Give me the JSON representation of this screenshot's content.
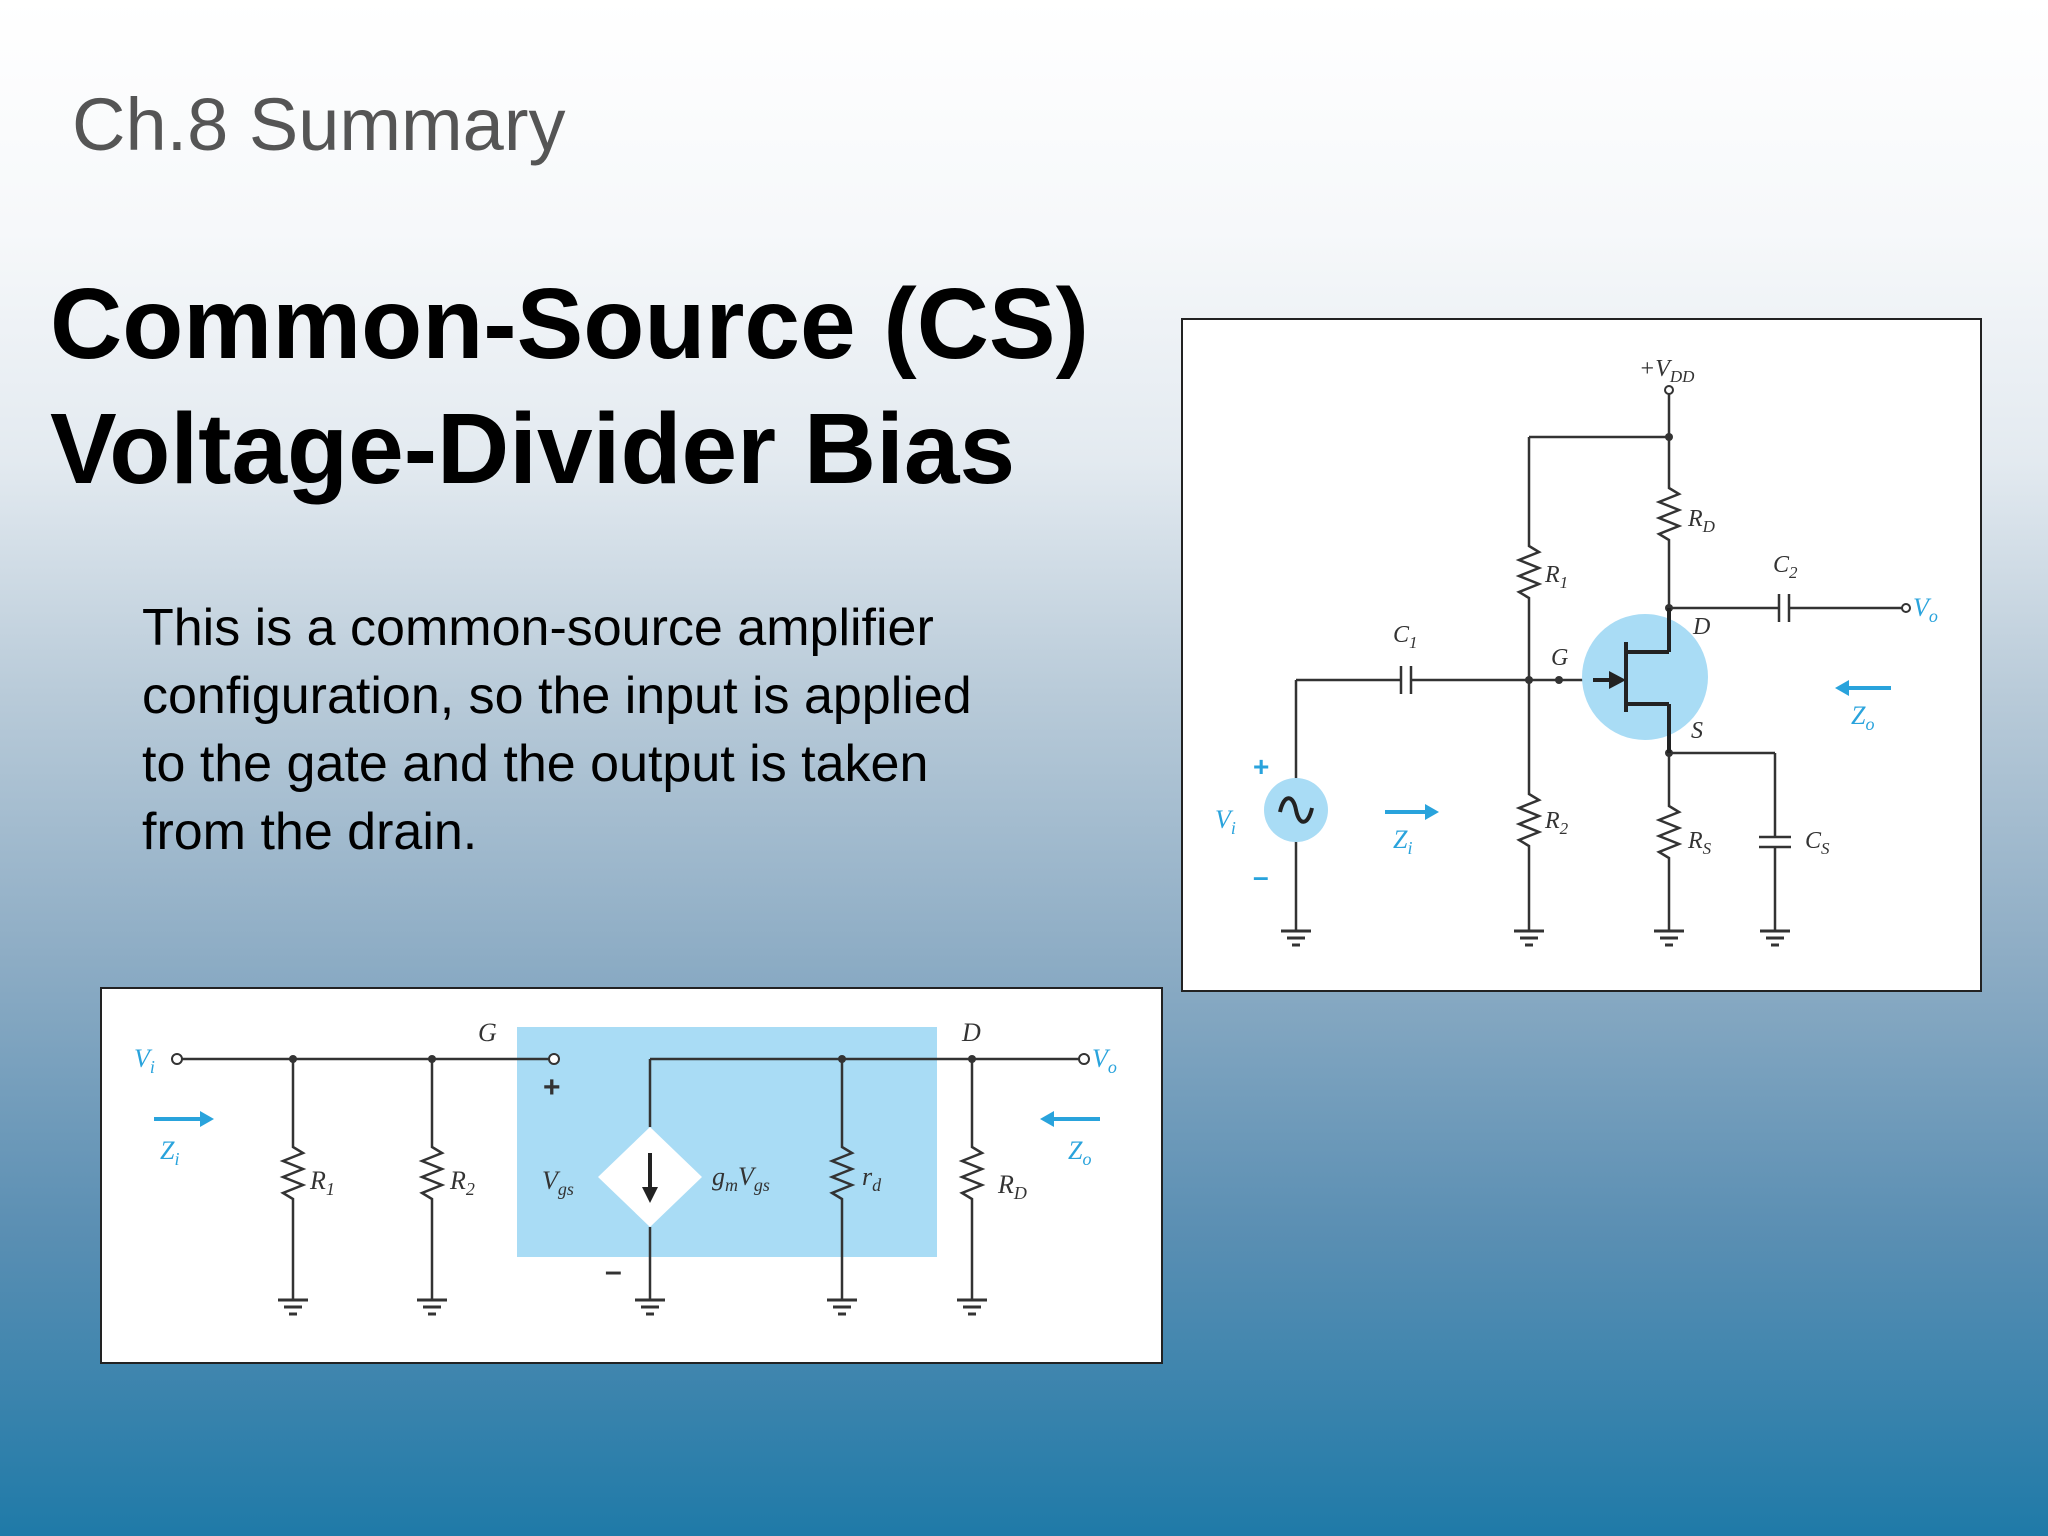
{
  "slide": {
    "chapter": "Ch.8 Summary",
    "title_line1": "Common-Source (CS)",
    "title_line2": "Voltage-Divider Bias",
    "body": "This is a common-source amplifier configuration, so the input is applied to the gate and the output is taken from the drain."
  },
  "circuit": {
    "vdd_main": "+V",
    "vdd_sub": "DD",
    "r1_main": "R",
    "r1_sub": "1",
    "r2_main": "R",
    "r2_sub": "2",
    "rd_main": "R",
    "rd_sub": "D",
    "rs_main": "R",
    "rs_sub": "S",
    "c1_main": "C",
    "c1_sub": "1",
    "c2_main": "C",
    "c2_sub": "2",
    "cs_main": "C",
    "cs_sub": "S",
    "g": "G",
    "d": "D",
    "s": "S",
    "vi_main": "V",
    "vi_sub": "i",
    "vo_main": "V",
    "vo_sub": "o",
    "zi_main": "Z",
    "zi_sub": "i",
    "zo_main": "Z",
    "zo_sub": "o",
    "plus": "+",
    "minus": "–"
  },
  "equivalent": {
    "vi_main": "V",
    "vi_sub": "i",
    "vo_main": "V",
    "vo_sub": "o",
    "zi_main": "Z",
    "zi_sub": "i",
    "zo_main": "Z",
    "zo_sub": "o",
    "g": "G",
    "d": "D",
    "r1_main": "R",
    "r1_sub": "1",
    "r2_main": "R",
    "r2_sub": "2",
    "rd_main": "R",
    "rd_sub": "D",
    "rd_small_main": "r",
    "rd_small_sub": "d",
    "vgs_main": "V",
    "vgs_sub": "gs",
    "gm_main": "g",
    "gm_sub": "m",
    "gm_v": "V",
    "gm_vsub": "gs",
    "plus": "+",
    "minus": "–"
  },
  "colors": {
    "accent": "#29a3dc",
    "highlight": "#a9dcf5",
    "wire": "#333333"
  }
}
